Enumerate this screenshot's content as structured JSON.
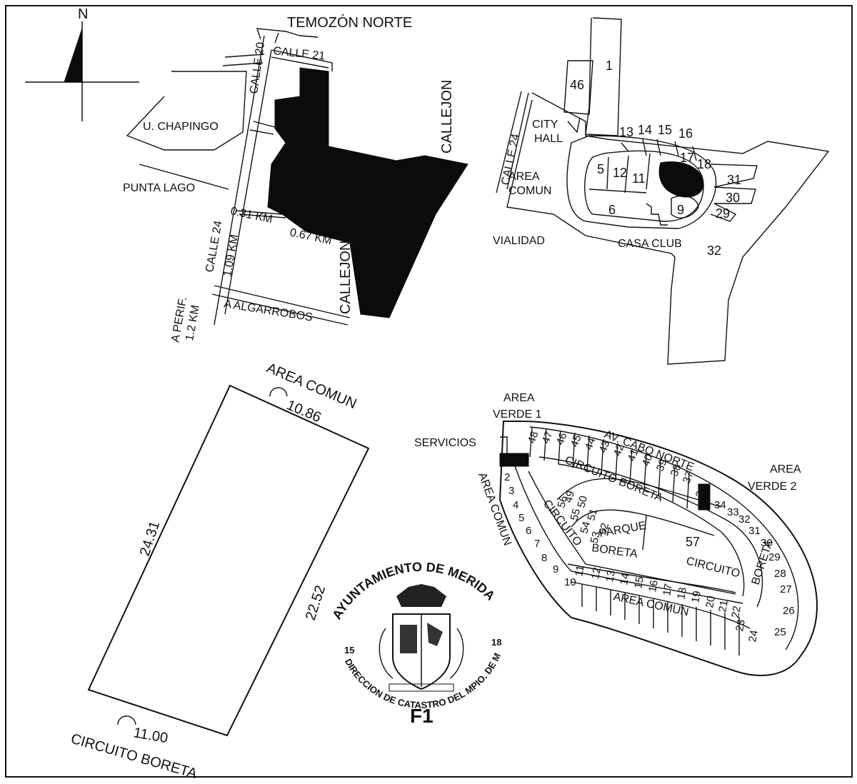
{
  "compass": {
    "north_label": "N"
  },
  "location_map": {
    "labels": {
      "temozon_norte": "TEMOZÓN NORTE",
      "calle_20": "CALLE 20",
      "calle_21": "CALLE 21",
      "calle_24": "CALLE 24",
      "callejon_top": "CALLEJON",
      "callejon_bottom": "CALLEJON",
      "u_chapingo": "U. CHAPINGO",
      "punta_lago": "PUNTA LAGO",
      "dist_031": "0.31 KM",
      "dist_067": "0.67 KM",
      "dist_109": "1.09 KM",
      "a_perif": "A PERIF.",
      "dist_12": "1.2 KM",
      "a_algarrobos": "A ALGARROBOS"
    }
  },
  "development_map": {
    "labels": {
      "calle_24": "CALLE 24",
      "city": "CITY",
      "hall": "HALL",
      "area": "AREA",
      "comun": "COMUN",
      "vialidad": "VIALIDAD",
      "casa_club": "CASA CLUB"
    },
    "lots": [
      "1",
      "46",
      "5",
      "12",
      "11",
      "13",
      "14",
      "15",
      "16",
      "17",
      "18",
      "31",
      "30",
      "29",
      "9",
      "6",
      "32"
    ]
  },
  "lot_plan": {
    "area_comun_top": "AREA COMUN",
    "circuito_boreta": "CIRCUITO BORETA",
    "arc_top": "10.86",
    "arc_bottom": "11.00",
    "side_left": "24.31",
    "side_right": "22.52"
  },
  "subdivision_map": {
    "labels": {
      "area_verde_1_a": "AREA",
      "area_verde_1_b": "VERDE 1",
      "servicios": "SERVICIOS",
      "av_cabo_norte": "AV. CABO NORTE",
      "area_verde_2_a": "AREA",
      "area_verde_2_b": "VERDE 2",
      "circuito_boreta_top": "CIRCUITO BORETA",
      "circuito_left": "CIRCUITO",
      "boreta_bottom": "BORETA",
      "parque": "PARQUE",
      "circuito_right": "CIRCUITO",
      "boreta_right": "BORETA",
      "area_comun_left": "AREA COMUN",
      "area_comun_bottom": "AREA COMUN",
      "lot_57": "57"
    },
    "outer_top_lots": [
      "48",
      "47",
      "46",
      "45",
      "44",
      "43",
      "42",
      "41",
      "40",
      "39",
      "38",
      "37",
      "36"
    ],
    "right_lots": [
      "34",
      "33",
      "32",
      "31",
      "30",
      "29",
      "28",
      "27",
      "26",
      "25"
    ],
    "left_lots": [
      "2",
      "3",
      "4",
      "5",
      "6",
      "7",
      "8",
      "9",
      "10"
    ],
    "bottom_lots": [
      "11",
      "12",
      "13",
      "14",
      "15",
      "16",
      "17",
      "18",
      "19",
      "20",
      "21",
      "22",
      "23",
      "24"
    ],
    "inner_lots": [
      "56",
      "49",
      "55",
      "50",
      "54",
      "51",
      "53",
      "52"
    ]
  },
  "seal": {
    "arc_text": "AYUNTAMIENTO DE MERIDA",
    "bottom_text": "DIRECCION DE CATASTRO DEL MPIO. DE MERIDA",
    "left_num": "15",
    "right_num": "18",
    "code": "F1"
  }
}
